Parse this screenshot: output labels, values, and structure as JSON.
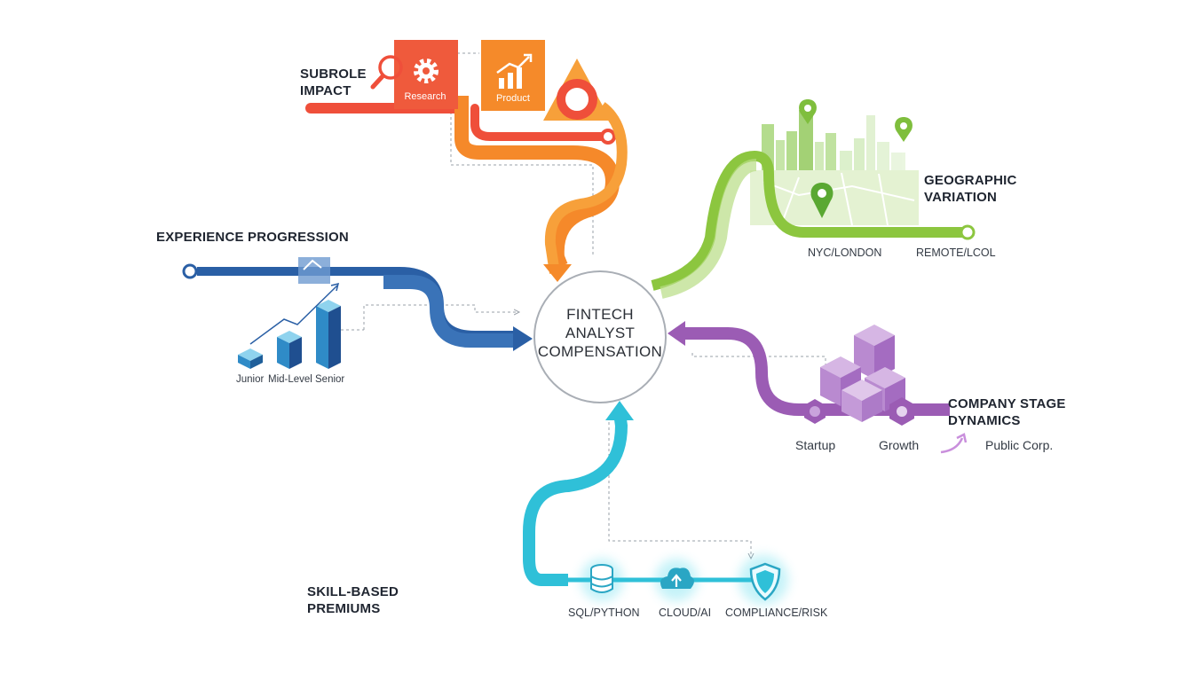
{
  "hub": {
    "line1": "FINTECH",
    "line2": "ANALYST",
    "line3": "COMPENSATION"
  },
  "subrole": {
    "title_line1": "SUBROLE",
    "title_line2": "IMPACT",
    "tiles": [
      {
        "label": "Research",
        "icon": "gear-icon"
      },
      {
        "label": "Product",
        "icon": "growth-chart-icon"
      }
    ],
    "accent_colors": [
      "#ef5a3c",
      "#f58a2a"
    ]
  },
  "experience": {
    "title": "EXPERIENCE PROGRESSION",
    "levels": [
      "Junior",
      "Mid-Level",
      "Senior"
    ],
    "accent_color": "#2a64a8"
  },
  "geographic": {
    "title_line1": "GEOGRAPHIC",
    "title_line2": "VARIATION",
    "labels": [
      "NYC/LONDON",
      "REMOTE/LCOL"
    ],
    "accent_color": "#8cc63f"
  },
  "company_stage": {
    "title_line1": "COMPANY STAGE",
    "title_line2": "DYNAMICS",
    "stages": [
      "Startup",
      "Growth",
      "Public Corp."
    ],
    "accent_color": "#9b5cb4"
  },
  "skills": {
    "title_line1": "SKILL-BASED",
    "title_line2": "PREMIUMS",
    "items": [
      {
        "label": "SQL/PYTHON",
        "icon": "database-icon"
      },
      {
        "label": "CLOUD/AI",
        "icon": "cloud-upload-icon"
      },
      {
        "label": "COMPLIANCE/RISK",
        "icon": "shield-icon"
      }
    ],
    "accent_color": "#2fc0d8"
  }
}
